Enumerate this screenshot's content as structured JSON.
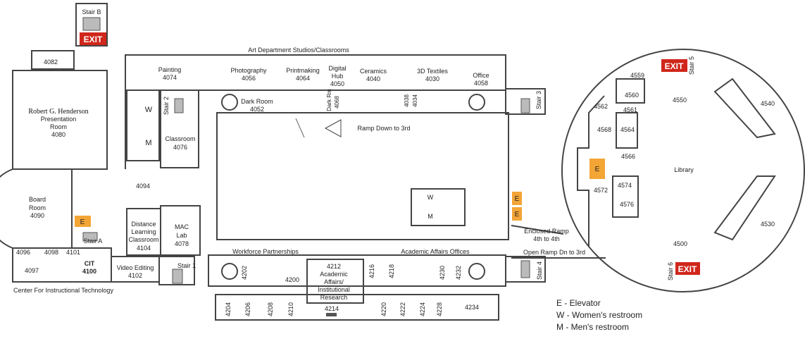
{
  "header": {
    "title": "Art Department Studios/Classrooms"
  },
  "exit_label": "EXIT",
  "elevator_label": "E",
  "stairs": {
    "b": "Stair B",
    "a": "Stair A",
    "s1": "Stair 1",
    "s2": "Stair 2",
    "s3": "Stair 3",
    "s4": "Stair 4",
    "s5": "Stair 5",
    "s6": "Stair 6"
  },
  "rooms_west": {
    "r4082": "4082",
    "henderson": [
      "Robert G. Henderson",
      "Presentation",
      "Room",
      "4080"
    ],
    "board": [
      "Board",
      "Room",
      "4090"
    ],
    "r4096": "4096",
    "r4098": "4098",
    "r4101": "4101",
    "r4097": "4097",
    "cit": [
      "CIT",
      "4100"
    ],
    "video": [
      "Video Editing",
      "4102"
    ],
    "cit_caption": "Center For Instructional Technology",
    "painting": [
      "Painting",
      "4074"
    ],
    "women": "W",
    "men": "M",
    "classroom": [
      "Classroom",
      "4076"
    ],
    "r4094": "4094",
    "distance": [
      "Distance",
      "Learning",
      "Classroom",
      "4104"
    ],
    "mac": [
      "MAC",
      "Lab",
      "4078"
    ]
  },
  "rooms_north": {
    "photography": [
      "Photography",
      "4056"
    ],
    "printmaking": [
      "Printmaking",
      "4064"
    ],
    "digital": [
      "Digital",
      "Hub",
      "4050"
    ],
    "ceramics": [
      "Ceramics",
      "4040"
    ],
    "textiles": [
      "3D Textiles",
      "4030"
    ],
    "office": [
      "Office",
      "4058"
    ],
    "darkroom": [
      "Dark Room",
      "4052"
    ],
    "darkrm": "Dark Rm",
    "r4068": "4068",
    "r4038": "4038",
    "r4034": "4034"
  },
  "center": {
    "ramp_down": "Ramp Down to 3rd",
    "women": "W",
    "men": "M",
    "enclosed_ramp": [
      "Enclosed Ramp",
      "4th to 4th"
    ],
    "open_ramp": "Open Ramp Dn to 3rd"
  },
  "rooms_south": {
    "workforce": "Workforce Partnerships",
    "academic_offices": "Academic Affairs Offices",
    "r4202": "4202",
    "r4200": "4200",
    "aa": [
      "4212",
      "Academic",
      "Affairs/",
      "Institutional",
      "Research"
    ],
    "r4216": "4216",
    "r4218": "4218",
    "r4230": "4230",
    "r4232": "4232",
    "r4204": "4204",
    "r4206": "4206",
    "r4208": "4208",
    "r4210": "4210",
    "r4214": "4214",
    "r4220": "4220",
    "r4222": "4222",
    "r4224": "4224",
    "r4228": "4228",
    "r4234": "4234"
  },
  "library": {
    "name": "Library",
    "r4559": "4559",
    "r4560": "4560",
    "r4561": "4561",
    "r4562": "4562",
    "r4550": "4550",
    "r4540": "4540",
    "r4568": "4568",
    "r4564": "4564",
    "r4566": "4566",
    "r4574": "4574",
    "r4572": "4572",
    "r4576": "4576",
    "r4530": "4530",
    "r4500": "4500"
  },
  "legend": [
    "E - Elevator",
    "W - Women's restroom",
    "M - Men's restroom"
  ],
  "colors": {
    "exit": "#d0261b",
    "elevator": "#f3a535",
    "wall": "#444444"
  }
}
